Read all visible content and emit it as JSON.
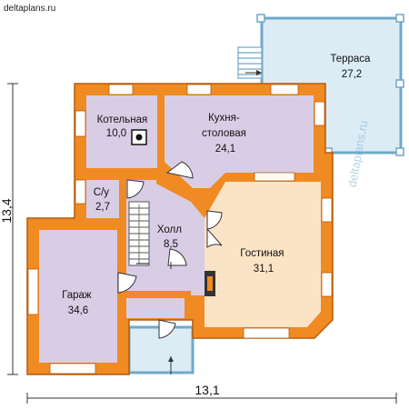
{
  "site": "deltaplans.ru",
  "watermark": "deltaplans.ru",
  "colors": {
    "wall": "#f08a22",
    "wall_stroke": "#b85a0a",
    "room_lilac": "#d9cde6",
    "room_peach": "#fbe3c6",
    "terrace": "#dcecf5",
    "terrace_stroke": "#6fa9c8",
    "window": "#ffffff"
  },
  "dimensions": {
    "width": "13,1",
    "height": "13,4"
  },
  "rooms": [
    {
      "id": "boiler",
      "lines": [
        "Котельная",
        "10,0"
      ]
    },
    {
      "id": "kitchen",
      "lines": [
        "Кухня-",
        "столовая",
        "24,1"
      ]
    },
    {
      "id": "terrace",
      "lines": [
        "Терраса",
        "27,2"
      ]
    },
    {
      "id": "wc",
      "lines": [
        "С/у",
        "2,7"
      ]
    },
    {
      "id": "hall",
      "lines": [
        "Холл",
        "8,5"
      ]
    },
    {
      "id": "living",
      "lines": [
        "Гостиная",
        "31,1"
      ]
    },
    {
      "id": "garage",
      "lines": [
        "Гараж",
        "34,6"
      ]
    }
  ]
}
